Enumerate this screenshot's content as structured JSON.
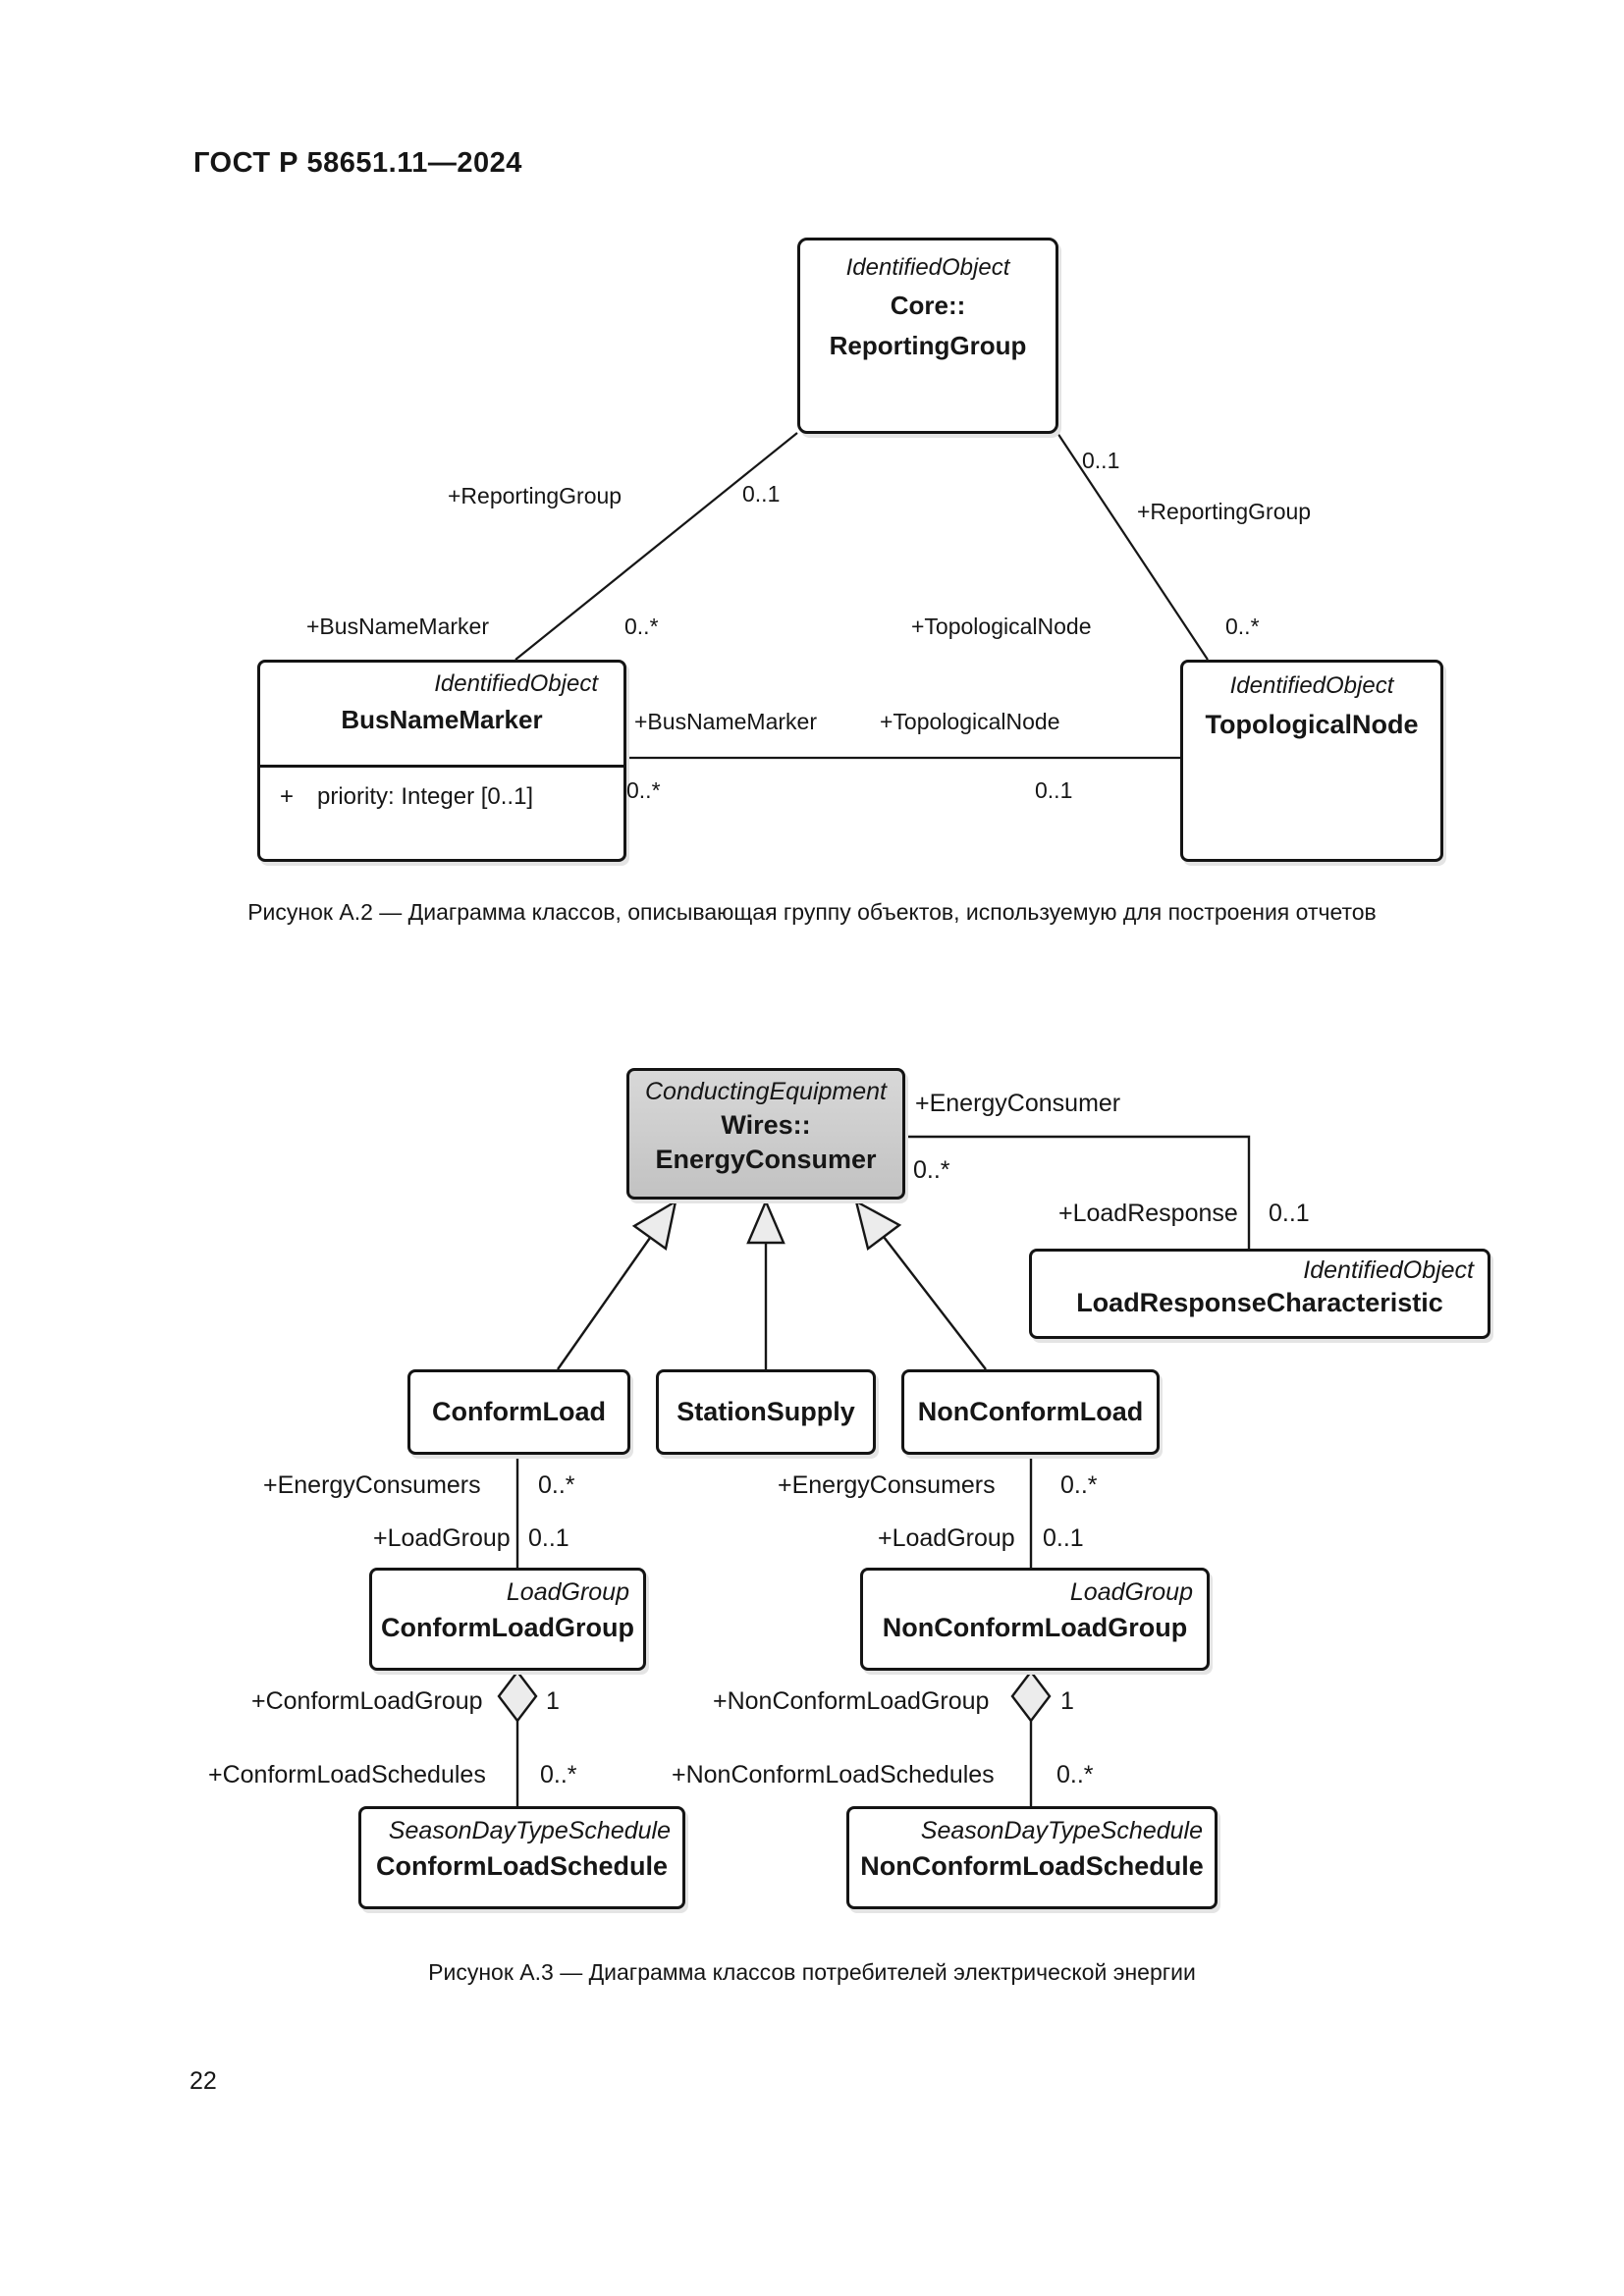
{
  "page": {
    "header": "ГОСТ Р 58651.11—2024",
    "page_number": "22"
  },
  "figure_a2": {
    "caption": "Рисунок А.2 — Диаграмма классов, описывающая группу объектов, используемую для построения отчетов",
    "reporting_group": {
      "stereotype": "IdentifiedObject",
      "namespace": "Core::",
      "name": "ReportingGroup"
    },
    "bus_name_marker": {
      "stereotype": "IdentifiedObject",
      "name": "BusNameMarker",
      "attr_visibility": "+",
      "attribute": "priority: Integer [0..1]"
    },
    "topological_node": {
      "stereotype": "IdentifiedObject",
      "name": "TopologicalNode"
    },
    "assoc_rg_bnm": {
      "role_rg": "+ReportingGroup",
      "mult_rg": "0..1",
      "role_bnm": "+BusNameMarker",
      "mult_bnm": "0..*"
    },
    "assoc_rg_tn": {
      "mult_rg": "0..1",
      "role_rg": "+ReportingGroup",
      "role_tn": "+TopologicalNode",
      "mult_tn": "0..*"
    },
    "assoc_bnm_tn": {
      "role_bnm": "+BusNameMarker",
      "role_tn": "+TopologicalNode",
      "mult_bnm": "0..*",
      "mult_tn": "0..1"
    }
  },
  "figure_a3": {
    "caption": "Рисунок А.3 — Диаграмма классов потребителей электрической энергии",
    "energy_consumer": {
      "stereotype": "ConductingEquipment",
      "namespace": "Wires::",
      "name": "EnergyConsumer"
    },
    "load_response_characteristic": {
      "stereotype": "IdentifiedObject",
      "name": "LoadResponseCharacteristic"
    },
    "conform_load": {
      "name": "ConformLoad"
    },
    "station_supply": {
      "name": "StationSupply"
    },
    "non_conform_load": {
      "name": "NonConformLoad"
    },
    "conform_load_group": {
      "stereotype": "LoadGroup",
      "name": "ConformLoadGroup"
    },
    "non_conform_load_group": {
      "stereotype": "LoadGroup",
      "name": "NonConformLoadGroup"
    },
    "conform_load_schedule": {
      "stereotype": "SeasonDayTypeSchedule",
      "name": "ConformLoadSchedule"
    },
    "non_conform_load_schedule": {
      "stereotype": "SeasonDayTypeSchedule",
      "name": "NonConformLoadSchedule"
    },
    "assoc_ec_lrc": {
      "role_ec": "+EnergyConsumer",
      "mult_ec": "0..*",
      "role_lrc": "+LoadResponse",
      "mult_lrc": "0..1"
    },
    "assoc_cl_clg": {
      "role_ec": "+EnergyConsumers",
      "mult_ec": "0..*",
      "role_lg": "+LoadGroup",
      "mult_lg": "0..1"
    },
    "assoc_ncl_nclg": {
      "role_ec": "+EnergyConsumers",
      "mult_ec": "0..*",
      "role_lg": "+LoadGroup",
      "mult_lg": "0..1"
    },
    "agg_clg_cls": {
      "role_group": "+ConformLoadGroup",
      "mult_group": "1",
      "role_sched": "+ConformLoadSchedules",
      "mult_sched": "0..*"
    },
    "agg_nclg_ncls": {
      "role_group": "+NonConformLoadGroup",
      "mult_group": "1",
      "role_sched": "+NonConformLoadSchedules",
      "mult_sched": "0..*"
    }
  }
}
